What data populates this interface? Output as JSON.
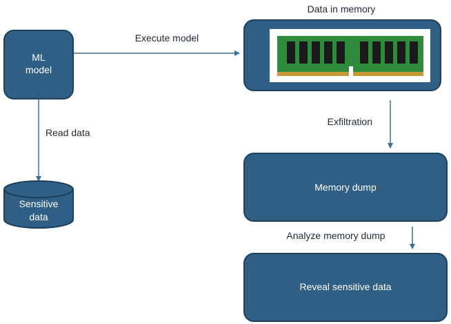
{
  "colors": {
    "node_fill": "#2f5f84",
    "node_stroke": "#1c3f5c",
    "node_text": "#ffffff",
    "edge": "#3a6d95",
    "label_text": "#1e2a33",
    "ram_board": "#2f8c3c",
    "ram_chip": "#1a1a1a",
    "ram_contacts": "#c49a3a",
    "ram_panel": "#ffffff"
  },
  "nodes": {
    "ml_model": {
      "line1": "ML",
      "line2": "model"
    },
    "sensitive_data": {
      "line1": "Sensitive",
      "line2": "data"
    },
    "memory": {
      "title": "Data in memory",
      "icon": "ram-module-icon"
    },
    "memory_dump": {
      "label": "Memory dump"
    },
    "reveal": {
      "label": "Reveal sensitive data"
    }
  },
  "edges": {
    "execute": {
      "label": "Execute model"
    },
    "read": {
      "label": "Read data"
    },
    "exfiltrate": {
      "label": "Exfiltration"
    },
    "analyze": {
      "label": "Analyze memory dump"
    }
  }
}
